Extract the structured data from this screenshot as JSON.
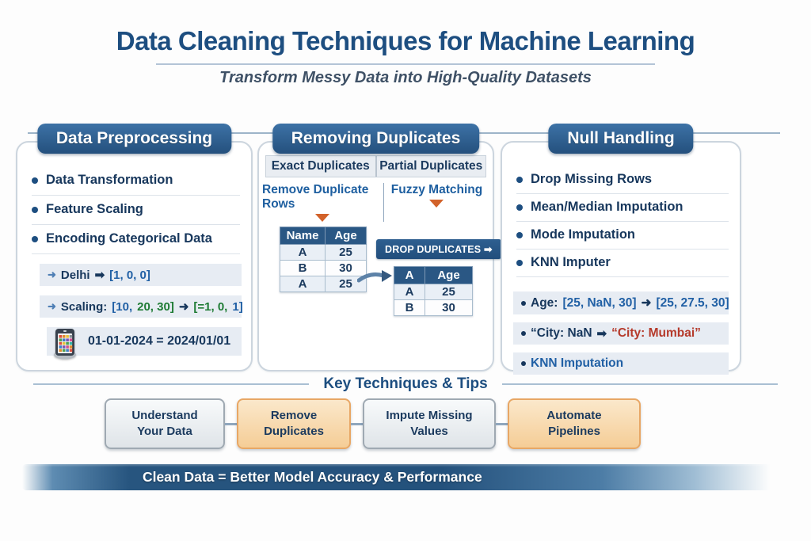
{
  "header": {
    "title": "Data Cleaning Techniques for Machine Learning",
    "subtitle": "Transform Messy Data into High-Quality Datasets"
  },
  "preprocessing": {
    "title": "Data Preprocessing",
    "items": [
      "Data Transformation",
      "Feature Scaling",
      "Encoding Categorical Data"
    ],
    "example_delhi": {
      "arrow": "➜",
      "label": "Delhi",
      "big_arrow": "➡",
      "value": "[1, 0, 0]"
    },
    "example_scaling": {
      "arrow": "➜",
      "label": "Scaling:",
      "from_blue": "[10,",
      "from_green": "20, 30]",
      "mid_arrow": "➜",
      "to_green": "[=1, 0,",
      "to_blue": "1]"
    },
    "example_date": {
      "icon": "calendar-icon",
      "text": "01-01-2024 = 2024/01/01"
    }
  },
  "duplicates": {
    "title": "Removing Duplicates",
    "tabs": [
      "Exact Duplicates",
      "Partial Duplicates"
    ],
    "methods": [
      "Remove Duplicate Rows",
      "Fuzzy Matching"
    ],
    "marker_icon": "drop-triangle-icon",
    "table_before": {
      "headers": [
        "Name",
        "Age"
      ],
      "rows": [
        [
          "A",
          "25"
        ],
        [
          "B",
          "30"
        ],
        [
          "A",
          "25"
        ]
      ]
    },
    "action_button": "DROP DUPLICATES ➡",
    "flow_icon": "flow-arrow-icon",
    "table_after": {
      "headers": [
        "A",
        "Age"
      ],
      "rows": [
        [
          "A",
          "25"
        ],
        [
          "B",
          "30"
        ]
      ]
    }
  },
  "null_handling": {
    "title": "Null Handling",
    "items": [
      "Drop Missing Rows",
      "Mean/Median Imputation",
      "Mode Imputation",
      "KNN Imputer"
    ],
    "example_age": {
      "label": "Age:",
      "from": "[25, NaN, 30]",
      "arrow": "➜",
      "to": "[25, 27.5, 30]"
    },
    "example_city": {
      "label": "“City: NaN",
      "arrow": "➡",
      "value": "“City: Mumbai”"
    },
    "example_knn": "KNN Imputation"
  },
  "tips": {
    "title": "Key Techniques & Tips",
    "boxes": [
      {
        "line1": "Understand",
        "line2": "Your Data",
        "style": "gray"
      },
      {
        "line1": "Remove",
        "line2": "Duplicates",
        "style": "orange"
      },
      {
        "line1": "Impute Missing",
        "line2": "Values",
        "style": "gray"
      },
      {
        "line1": "Automate",
        "line2": "Pipelines",
        "style": "orange"
      }
    ]
  },
  "banner": {
    "text": "Clean Data = Better Model Accuracy & Performance"
  },
  "colors": {
    "navy_text": "#17375c",
    "heading_navy": "#1d4e80",
    "accent_blue": "#2160a5",
    "green": "#1e7b34",
    "red": "#b5392a",
    "triangle_orange": "#d2622a",
    "pill_blue": "#2a5784",
    "tip_orange": "#f5cd96",
    "tip_gray": "#dfe4e8",
    "banner_blue": "#24517c",
    "example_bg": "#e7ecf3"
  }
}
